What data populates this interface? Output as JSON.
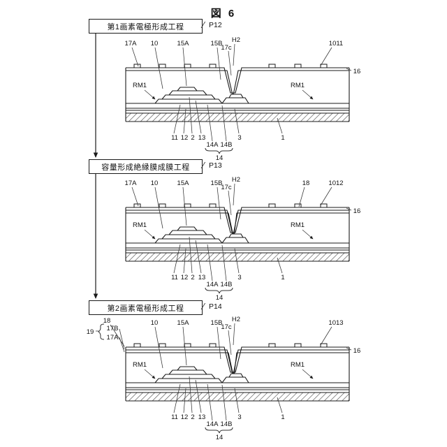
{
  "title": "図 6",
  "steps": [
    {
      "box": "第1画素電極形成工程",
      "ref": "P12"
    },
    {
      "box": "容量形成絶縁膜成膜工程",
      "ref": "P13"
    },
    {
      "box": "第2画素電極形成工程",
      "ref": "P14"
    }
  ],
  "diagrams": [
    {
      "device": "1011",
      "labels": {
        "l17A": "17A",
        "l10": "10",
        "l15A": "15A",
        "l15B": "15B",
        "lH2": "H2",
        "l17c": "17c",
        "l16": "16",
        "rm1l": "RM1",
        "rm1r": "RM1",
        "l11": "11",
        "l12": "12",
        "l2": "2",
        "l13": "13",
        "l14A": "14A",
        "l14B": "14B",
        "l3": "3",
        "l1": "1",
        "l14": "14"
      }
    },
    {
      "device": "1012",
      "labels": {
        "l17A": "17A",
        "l10": "10",
        "l15A": "15A",
        "l15B": "15B",
        "lH2": "H2",
        "l17c": "17c",
        "l18": "18",
        "l16": "16",
        "rm1l": "RM1",
        "rm1r": "RM1",
        "l11": "11",
        "l12": "12",
        "l2": "2",
        "l13": "13",
        "l14A": "14A",
        "l14B": "14B",
        "l3": "3",
        "l1": "1",
        "l14": "14"
      }
    },
    {
      "device": "1013",
      "labels": {
        "l18": "18",
        "l19": "19",
        "l17B": "17B",
        "l17A": "17A",
        "l10": "10",
        "l15A": "15A",
        "l15B": "15B",
        "lH2": "H2",
        "l17c": "17c",
        "l16": "16",
        "rm1l": "RM1",
        "rm1r": "RM1",
        "l11": "11",
        "l12": "12",
        "l2": "2",
        "l13": "13",
        "l14A": "14A",
        "l14B": "14B",
        "l3": "3",
        "l1": "1",
        "l14": "14"
      }
    }
  ]
}
